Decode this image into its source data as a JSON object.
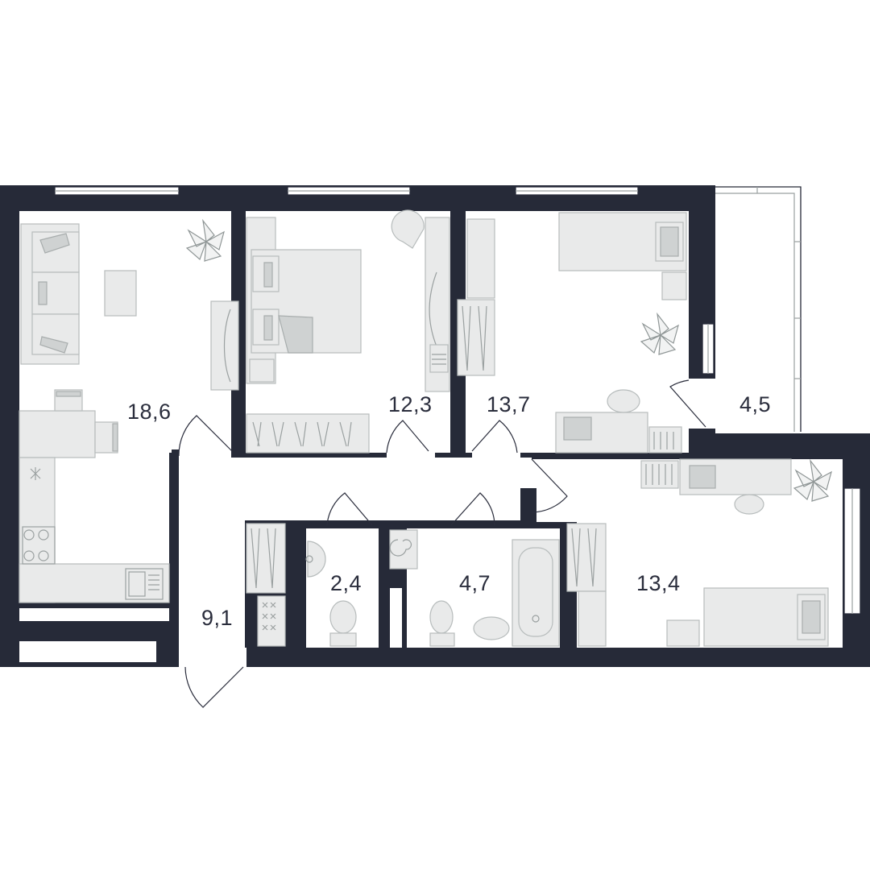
{
  "colors": {
    "wall": "#262a38",
    "furniture": "#e9eaea",
    "furniture_stroke": "#b7bcbc",
    "label": "#2a2d3c",
    "background": "#ffffff"
  },
  "rooms": [
    {
      "id": "living-kitchen",
      "area": "18,6"
    },
    {
      "id": "bedroom-1",
      "area": "12,3"
    },
    {
      "id": "bedroom-2",
      "area": "13,7"
    },
    {
      "id": "balcony",
      "area": "4,5"
    },
    {
      "id": "hallway",
      "area": "9,1"
    },
    {
      "id": "toilet",
      "area": "2,4"
    },
    {
      "id": "bathroom",
      "area": "4,7"
    },
    {
      "id": "bedroom-3",
      "area": "13,4"
    }
  ]
}
